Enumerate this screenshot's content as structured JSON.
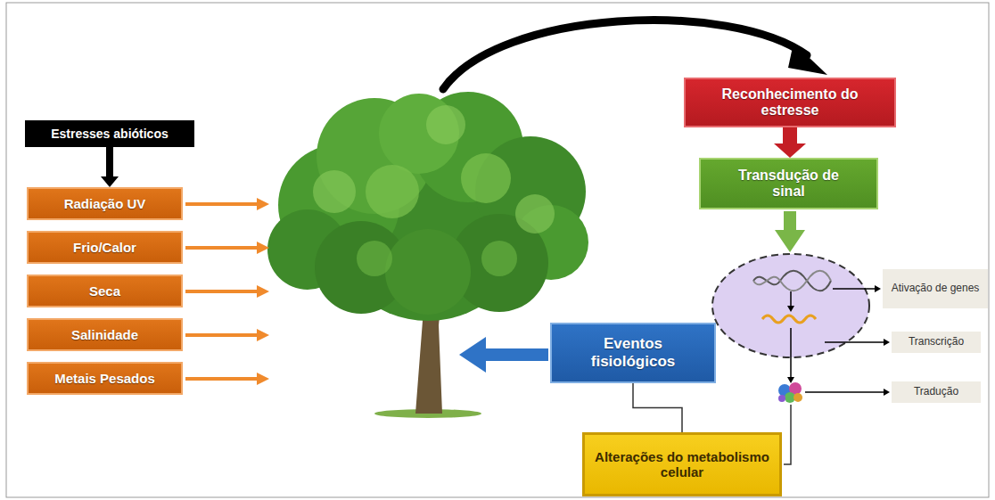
{
  "diagram": {
    "nodes": [
      {
        "text": [
          "Estresses abióticos"
        ]
      },
      {
        "text": [
          "Radiação UV"
        ]
      },
      {
        "text": [
          "Frio/Calor"
        ]
      },
      {
        "text": [
          "Seca"
        ]
      },
      {
        "text": [
          "Salinidade"
        ]
      },
      {
        "text": [
          "Metais Pesados"
        ]
      },
      {
        "text": [
          "Reconhecimento do estresse"
        ]
      },
      {
        "text": [
          "Transdução de sinal"
        ]
      },
      {
        "text": [
          "Ativação de genes"
        ]
      },
      {
        "text": [
          "Transcrição"
        ]
      },
      {
        "text": [
          "Eventos fisiológicos"
        ]
      },
      {
        "text": [
          "Tradução"
        ]
      },
      {
        "text": [
          "Alterações do metabolismo celular"
        ]
      }
    ],
    "edges": [
      {
        "from": 0,
        "to": 1,
        "arrow": "to"
      },
      {
        "from": 6,
        "to": 7,
        "arrow": "to"
      },
      {
        "from": 12,
        "to": 10,
        "arrow": "none"
      }
    ]
  }
}
